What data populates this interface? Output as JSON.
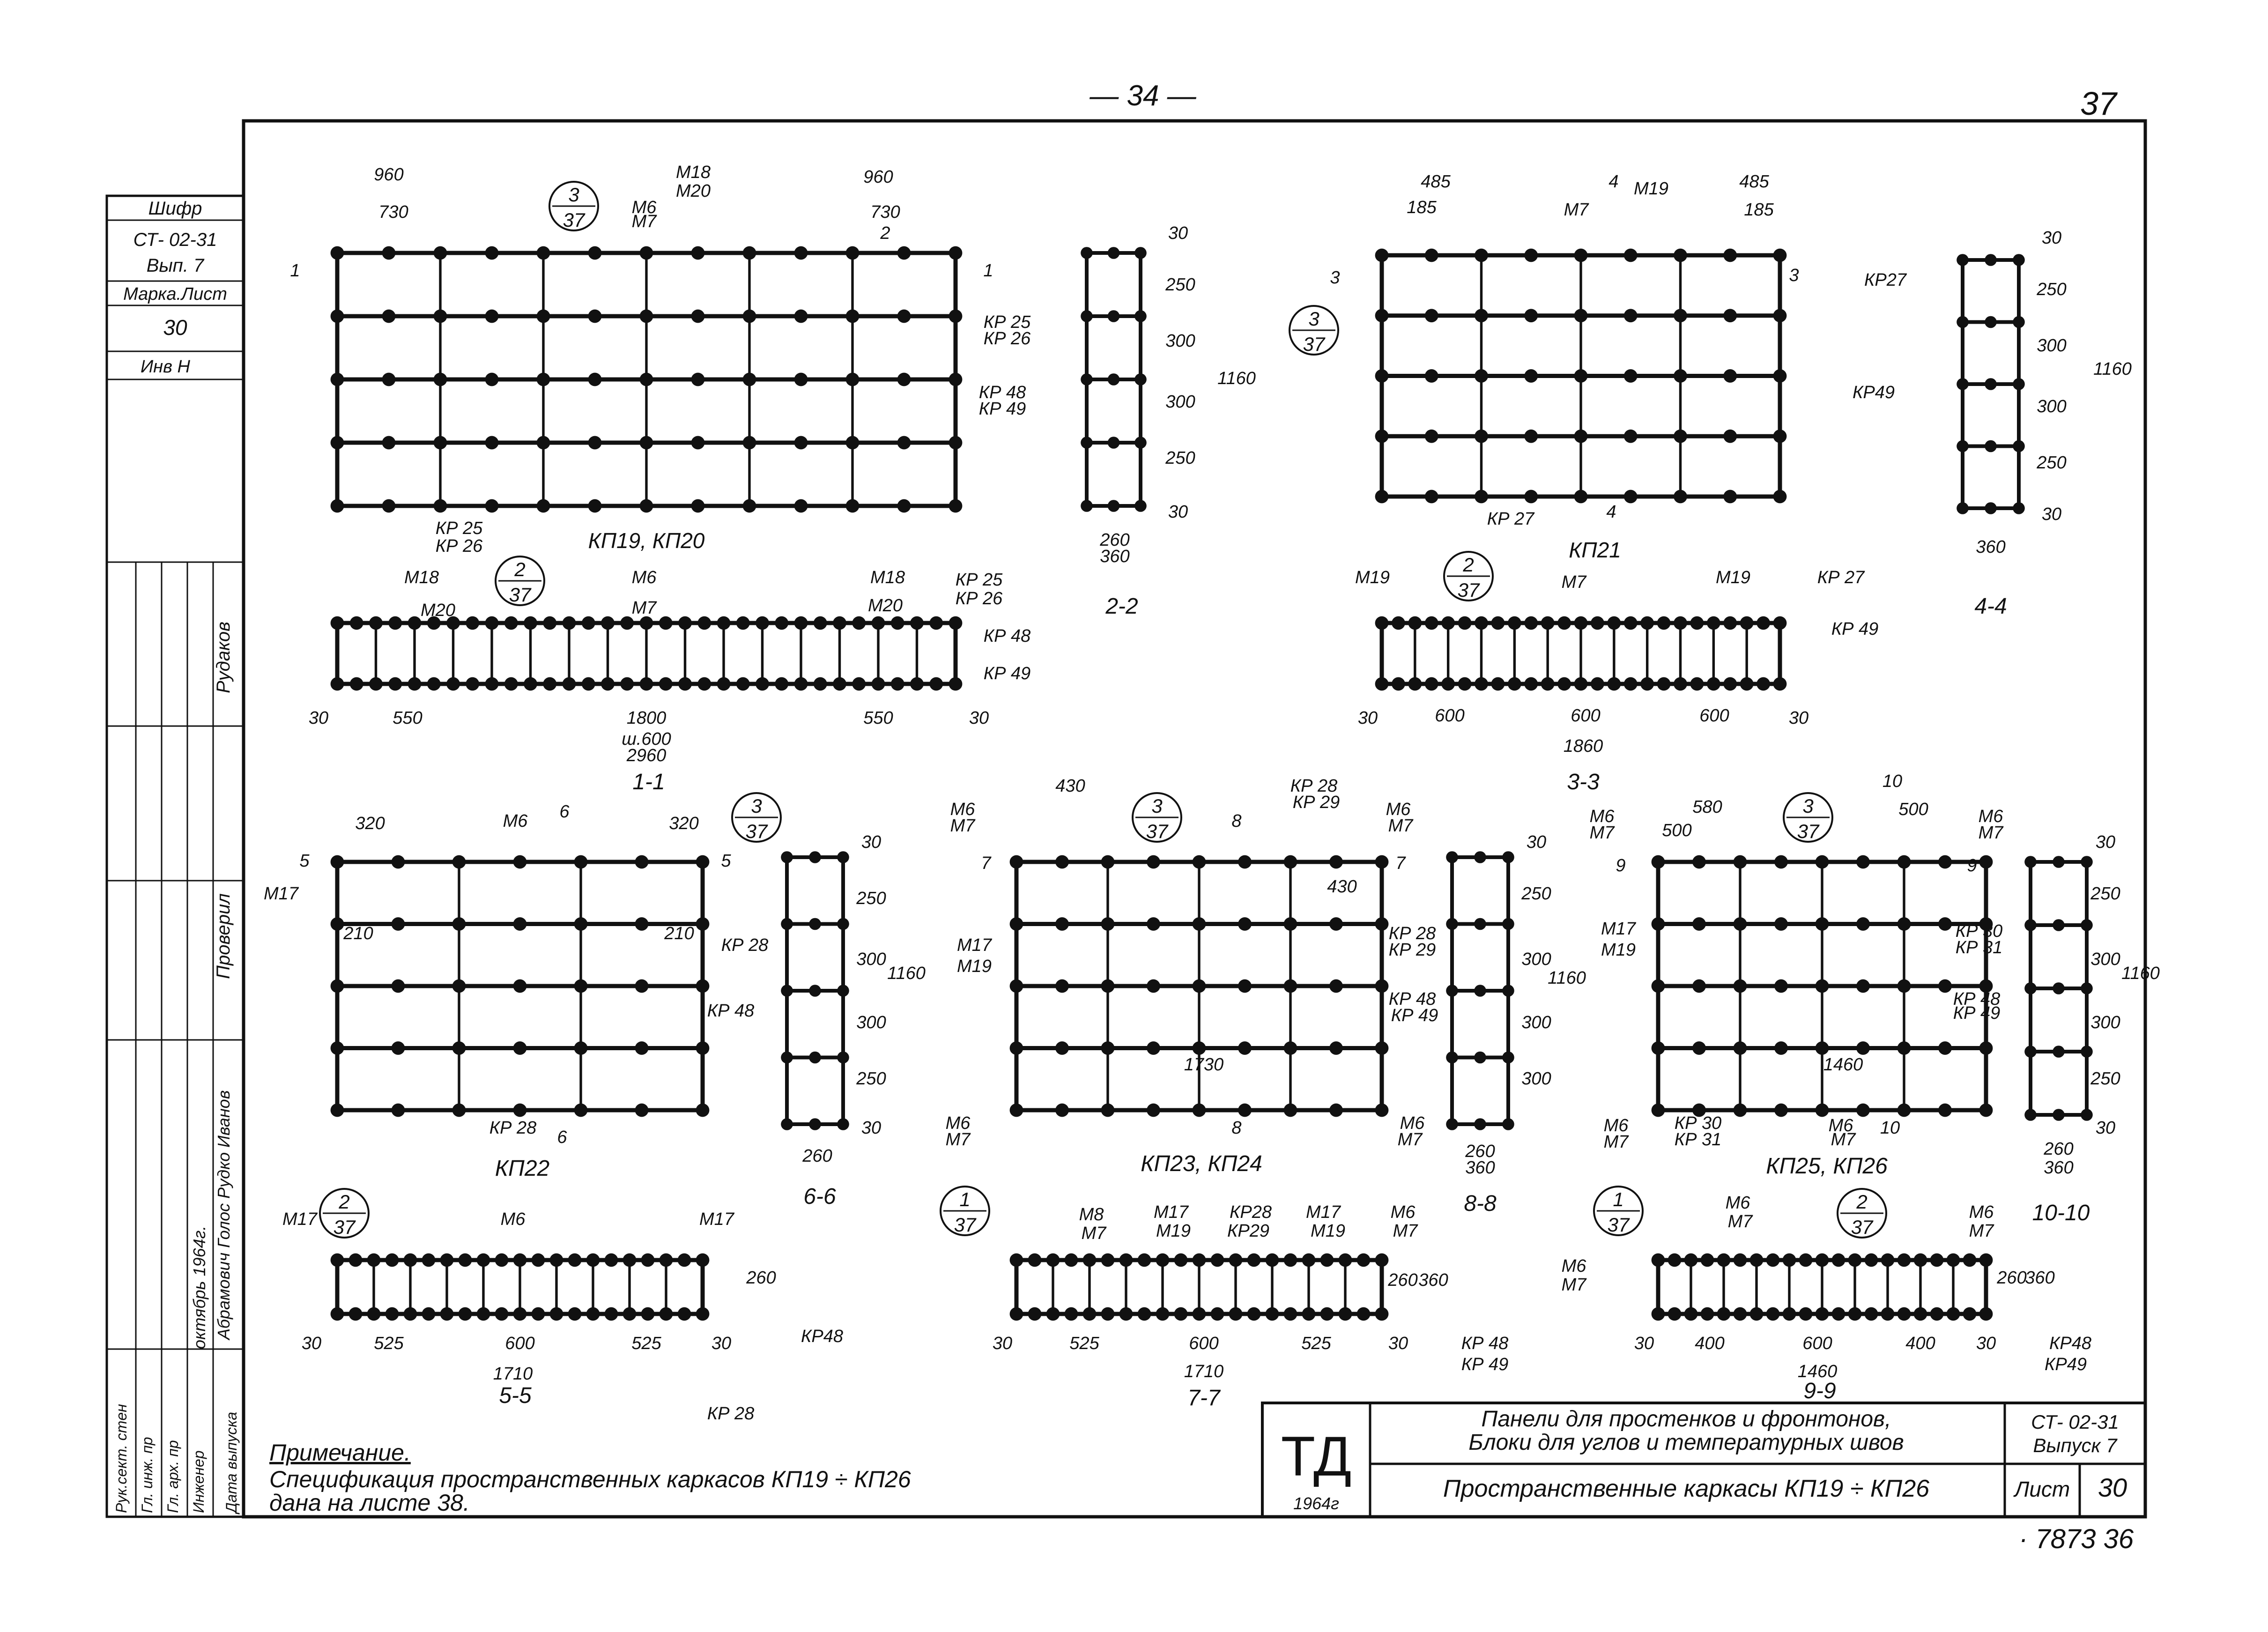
{
  "page_number": "— 34 —",
  "sheet_number_top": "37",
  "sheet_number_bottom": "· 7873  36",
  "stamp": {
    "cipher_label": "Шифр",
    "cipher_value": "СТ- 02-31",
    "issue": "Вып. 7",
    "mark_sheet_label": "Марка.Лист",
    "mark_sheet_value": "30",
    "inv_label": "Инв Н",
    "sig_rudakov": "Рудаков",
    "sig_proveril": "Проверил",
    "sig_team": "Абрамович\nГолос\nРудко\nИванов",
    "date_value": "октябрь 1964г.",
    "roles": [
      "Рук.сект. стен",
      "Гл. инж. пр",
      "Гл. арх. пр",
      "Инженер",
      "Дата выпуска"
    ]
  },
  "note": {
    "title": "Примечание.",
    "text1": "Спецификация пространственных каркасов КП19 ÷ КП26",
    "text2": "дана на листе 38."
  },
  "title_block": {
    "logo": "ТД",
    "year": "1964г",
    "title_line1": "Панели для простенков и фронтонов,",
    "title_line2": "Блоки для углов и температурных швов",
    "subtitle": "Пространственные каркасы КП19 ÷ КП26",
    "code1": "СТ- 02-31",
    "code2": "Выпуск 7",
    "sheet_label": "Лист",
    "sheet_value": "30"
  },
  "views": {
    "kp19": {
      "caption": "КП19, КП20",
      "dims": [
        "960",
        "730",
        "960",
        "730",
        "М18",
        "М20",
        "М6",
        "М7",
        "1",
        "1",
        "2",
        "КР 25",
        "КР 26"
      ],
      "callout_top": "3",
      "callout_bot": "37"
    },
    "s22": {
      "caption": "2-2",
      "dims": [
        "30",
        "250",
        "300",
        "300",
        "250",
        "30",
        "1160",
        "260",
        "360",
        "КР 25",
        "КР 26",
        "КР 48",
        "КР 49"
      ]
    },
    "kp21": {
      "caption": "КП21",
      "dims": [
        "485",
        "185",
        "485",
        "185",
        "М19",
        "М7",
        "4",
        "3",
        "3",
        "КР 27",
        "4"
      ],
      "callout_top": "3",
      "callout_bot": "37"
    },
    "s44": {
      "caption": "4-4",
      "dims": [
        "30",
        "250",
        "300",
        "300",
        "250",
        "30",
        "1160",
        "360",
        "КР27",
        "КР49"
      ]
    },
    "s11": {
      "caption": "1-1",
      "dims": [
        "М18",
        "М20",
        "М6",
        "М7",
        "М18",
        "М20",
        "КР 25",
        "КР 26",
        "КР 48",
        "КР 49",
        "30",
        "550",
        "1800",
        "550",
        "30",
        "ш.600",
        "2960"
      ],
      "callout_top": "2",
      "callout_bot": "37"
    },
    "s33": {
      "caption": "3-3",
      "dims": [
        "М19",
        "М7",
        "М19",
        "КР 27",
        "КР 49",
        "30",
        "600",
        "600",
        "600",
        "30",
        "1860"
      ],
      "callout_top": "2",
      "callout_bot": "37"
    },
    "kp22": {
      "caption": "КП22",
      "dims": [
        "320",
        "М6",
        "6",
        "320",
        "5",
        "5",
        "М17",
        "210",
        "210",
        "КР 28",
        "КР 48",
        "КР 28",
        "6"
      ],
      "callout_top": "3",
      "callout_bot": "37"
    },
    "s66": {
      "caption": "6-6",
      "dims": [
        "30",
        "250",
        "300",
        "300",
        "250",
        "30",
        "1160",
        "260"
      ]
    },
    "kp23": {
      "caption": "КП23, КП24",
      "dims": [
        "М6",
        "М7",
        "430",
        "8",
        "КР 28",
        "КР 29",
        "М6",
        "М7",
        "430",
        "7",
        "7",
        "М17",
        "М19",
        "КР 28",
        "КР 29",
        "КР 48",
        "КР 49",
        "1730",
        "М6",
        "М7",
        "М6",
        "М7",
        "8"
      ],
      "callout_top": "3",
      "callout_bot": "37"
    },
    "s88": {
      "caption": "8-8",
      "dims": [
        "30",
        "250",
        "300",
        "300",
        "300",
        "1160",
        "260",
        "360"
      ]
    },
    "kp25": {
      "caption": "КП25, КП26",
      "dims": [
        "М6",
        "М7",
        "580",
        "500",
        "10",
        "500",
        "М6",
        "М7",
        "9",
        "9",
        "М17",
        "М19",
        "КР 30",
        "КР 31",
        "КР 48",
        "КР 49",
        "1460",
        "М6",
        "М7",
        "КР 30",
        "КР 31",
        "М6",
        "М7",
        "10"
      ],
      "callout_top": "3",
      "callout_bot": "37"
    },
    "s1010": {
      "caption": "10-10",
      "dims": [
        "30",
        "250",
        "300",
        "300",
        "250",
        "30",
        "1160",
        "260",
        "360"
      ]
    },
    "s55": {
      "caption": "5-5",
      "dims": [
        "М17",
        "М6",
        "М17",
        "260",
        "КР48",
        "30",
        "525",
        "600",
        "525",
        "30",
        "1710",
        "КР 28"
      ],
      "callout_top": "2",
      "callout_bot": "37"
    },
    "s77": {
      "caption": "7-7",
      "dims": [
        "М8",
        "М7",
        "М17",
        "М19",
        "КР28",
        "КР29",
        "М17",
        "М19",
        "М6",
        "М7",
        "260",
        "360",
        "30",
        "525",
        "600",
        "525",
        "30",
        "1710",
        "КР 48",
        "КР 49"
      ],
      "callout_top": "1",
      "callout_bot": "37"
    },
    "s99": {
      "caption": "9-9",
      "dims": [
        "М6",
        "М7",
        "М6",
        "М7",
        "М6",
        "М7",
        "260",
        "360",
        "30",
        "400",
        "600",
        "400",
        "30",
        "1460",
        "КР48",
        "КР49"
      ],
      "callout_top": "1",
      "callout_bot": "37",
      "callout2_top": "2",
      "callout2_bot": "37"
    }
  },
  "colors": {
    "ink": "#111111",
    "paper": "#ffffff"
  }
}
